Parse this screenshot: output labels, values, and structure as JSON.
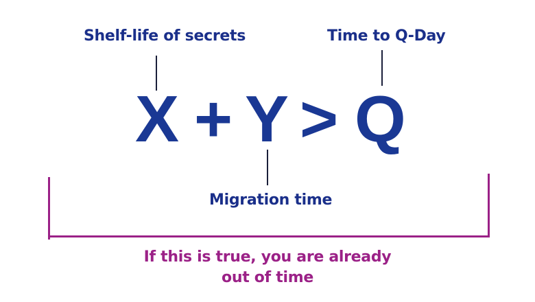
{
  "labels": {
    "x_label": "Shelf-life of secrets",
    "q_label": "Time to Q-Day",
    "y_label": "Migration time"
  },
  "equation": {
    "x": "X",
    "plus": "+",
    "y": "Y",
    "gt": ">",
    "q": "Q"
  },
  "conclusion": {
    "line1": "If this is true, you are already",
    "line2": "out of time"
  },
  "colors": {
    "equation": "#1a3894",
    "labels": "#1a2f8a",
    "bracket": "#9b2187",
    "conclusion": "#9b2187"
  }
}
